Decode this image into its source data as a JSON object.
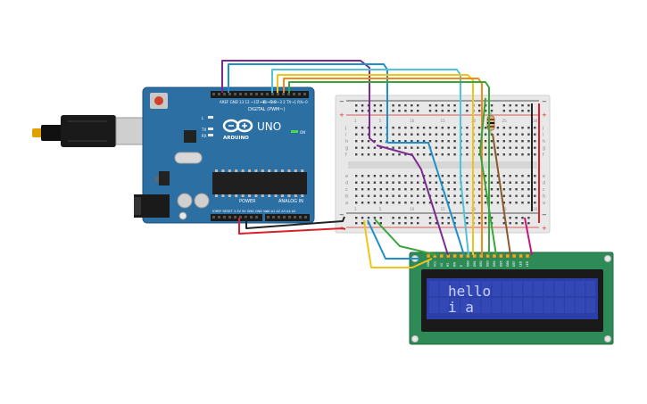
{
  "arduino": {
    "brand": "ARDUINO",
    "model": "UNO",
    "digital_header_label": "DIGITAL (PWM~)",
    "power_label": "POWER",
    "analog_label": "ANALOG IN",
    "on_label": "ON",
    "led_labels": [
      "L",
      "TX",
      "RX"
    ],
    "digital_pins_left": [
      "AREF",
      "GND",
      "13",
      "12",
      "~11",
      "~10",
      "~9",
      "8"
    ],
    "digital_pins_right": [
      "7",
      "~6",
      "~5",
      "4",
      "~3",
      "2",
      "TX→1",
      "RX←0"
    ],
    "power_pins": [
      "IOREF",
      "RESET",
      "3.3V",
      "5V",
      "GND",
      "GND",
      "Vin"
    ],
    "analog_pins": [
      "A0",
      "A1",
      "A2",
      "A3",
      "A4",
      "A5"
    ]
  },
  "breadboard": {
    "rail_minus": "−",
    "rail_plus": "+",
    "row_letters_top": [
      "j",
      "i",
      "h",
      "g",
      "f"
    ],
    "row_letters_bottom": [
      "e",
      "d",
      "c",
      "b",
      "a"
    ],
    "column_numbers": [
      "1",
      "5",
      "10",
      "15",
      "20",
      "25",
      "30"
    ]
  },
  "lcd": {
    "line1": "hello",
    "line2": "i a",
    "pin_labels": [
      "GND",
      "VCC",
      "V0",
      "RS",
      "RW",
      "E",
      "DB0",
      "DB1",
      "DB2",
      "DB3",
      "DB4",
      "DB5",
      "DB6",
      "DB7",
      "LED",
      "LED"
    ]
  },
  "colors": {
    "arduino_board": "#2b6fa3",
    "breadboard": "#e8e8e8",
    "lcd_pcb": "#2e8b57",
    "lcd_screen": "#2a3fa8",
    "lcd_text": "#c9d2ff",
    "wire_purple": "#7b2b8f",
    "wire_blue": "#1e8fc8",
    "wire_cyan": "#4fc3d8",
    "wire_yellow": "#f0c419",
    "wire_orange": "#f08a19",
    "wire_green": "#3aa63a",
    "wire_red": "#d9212b",
    "wire_black": "#222222",
    "wire_brown": "#8b5a2b",
    "wire_magenta": "#c2187a"
  }
}
